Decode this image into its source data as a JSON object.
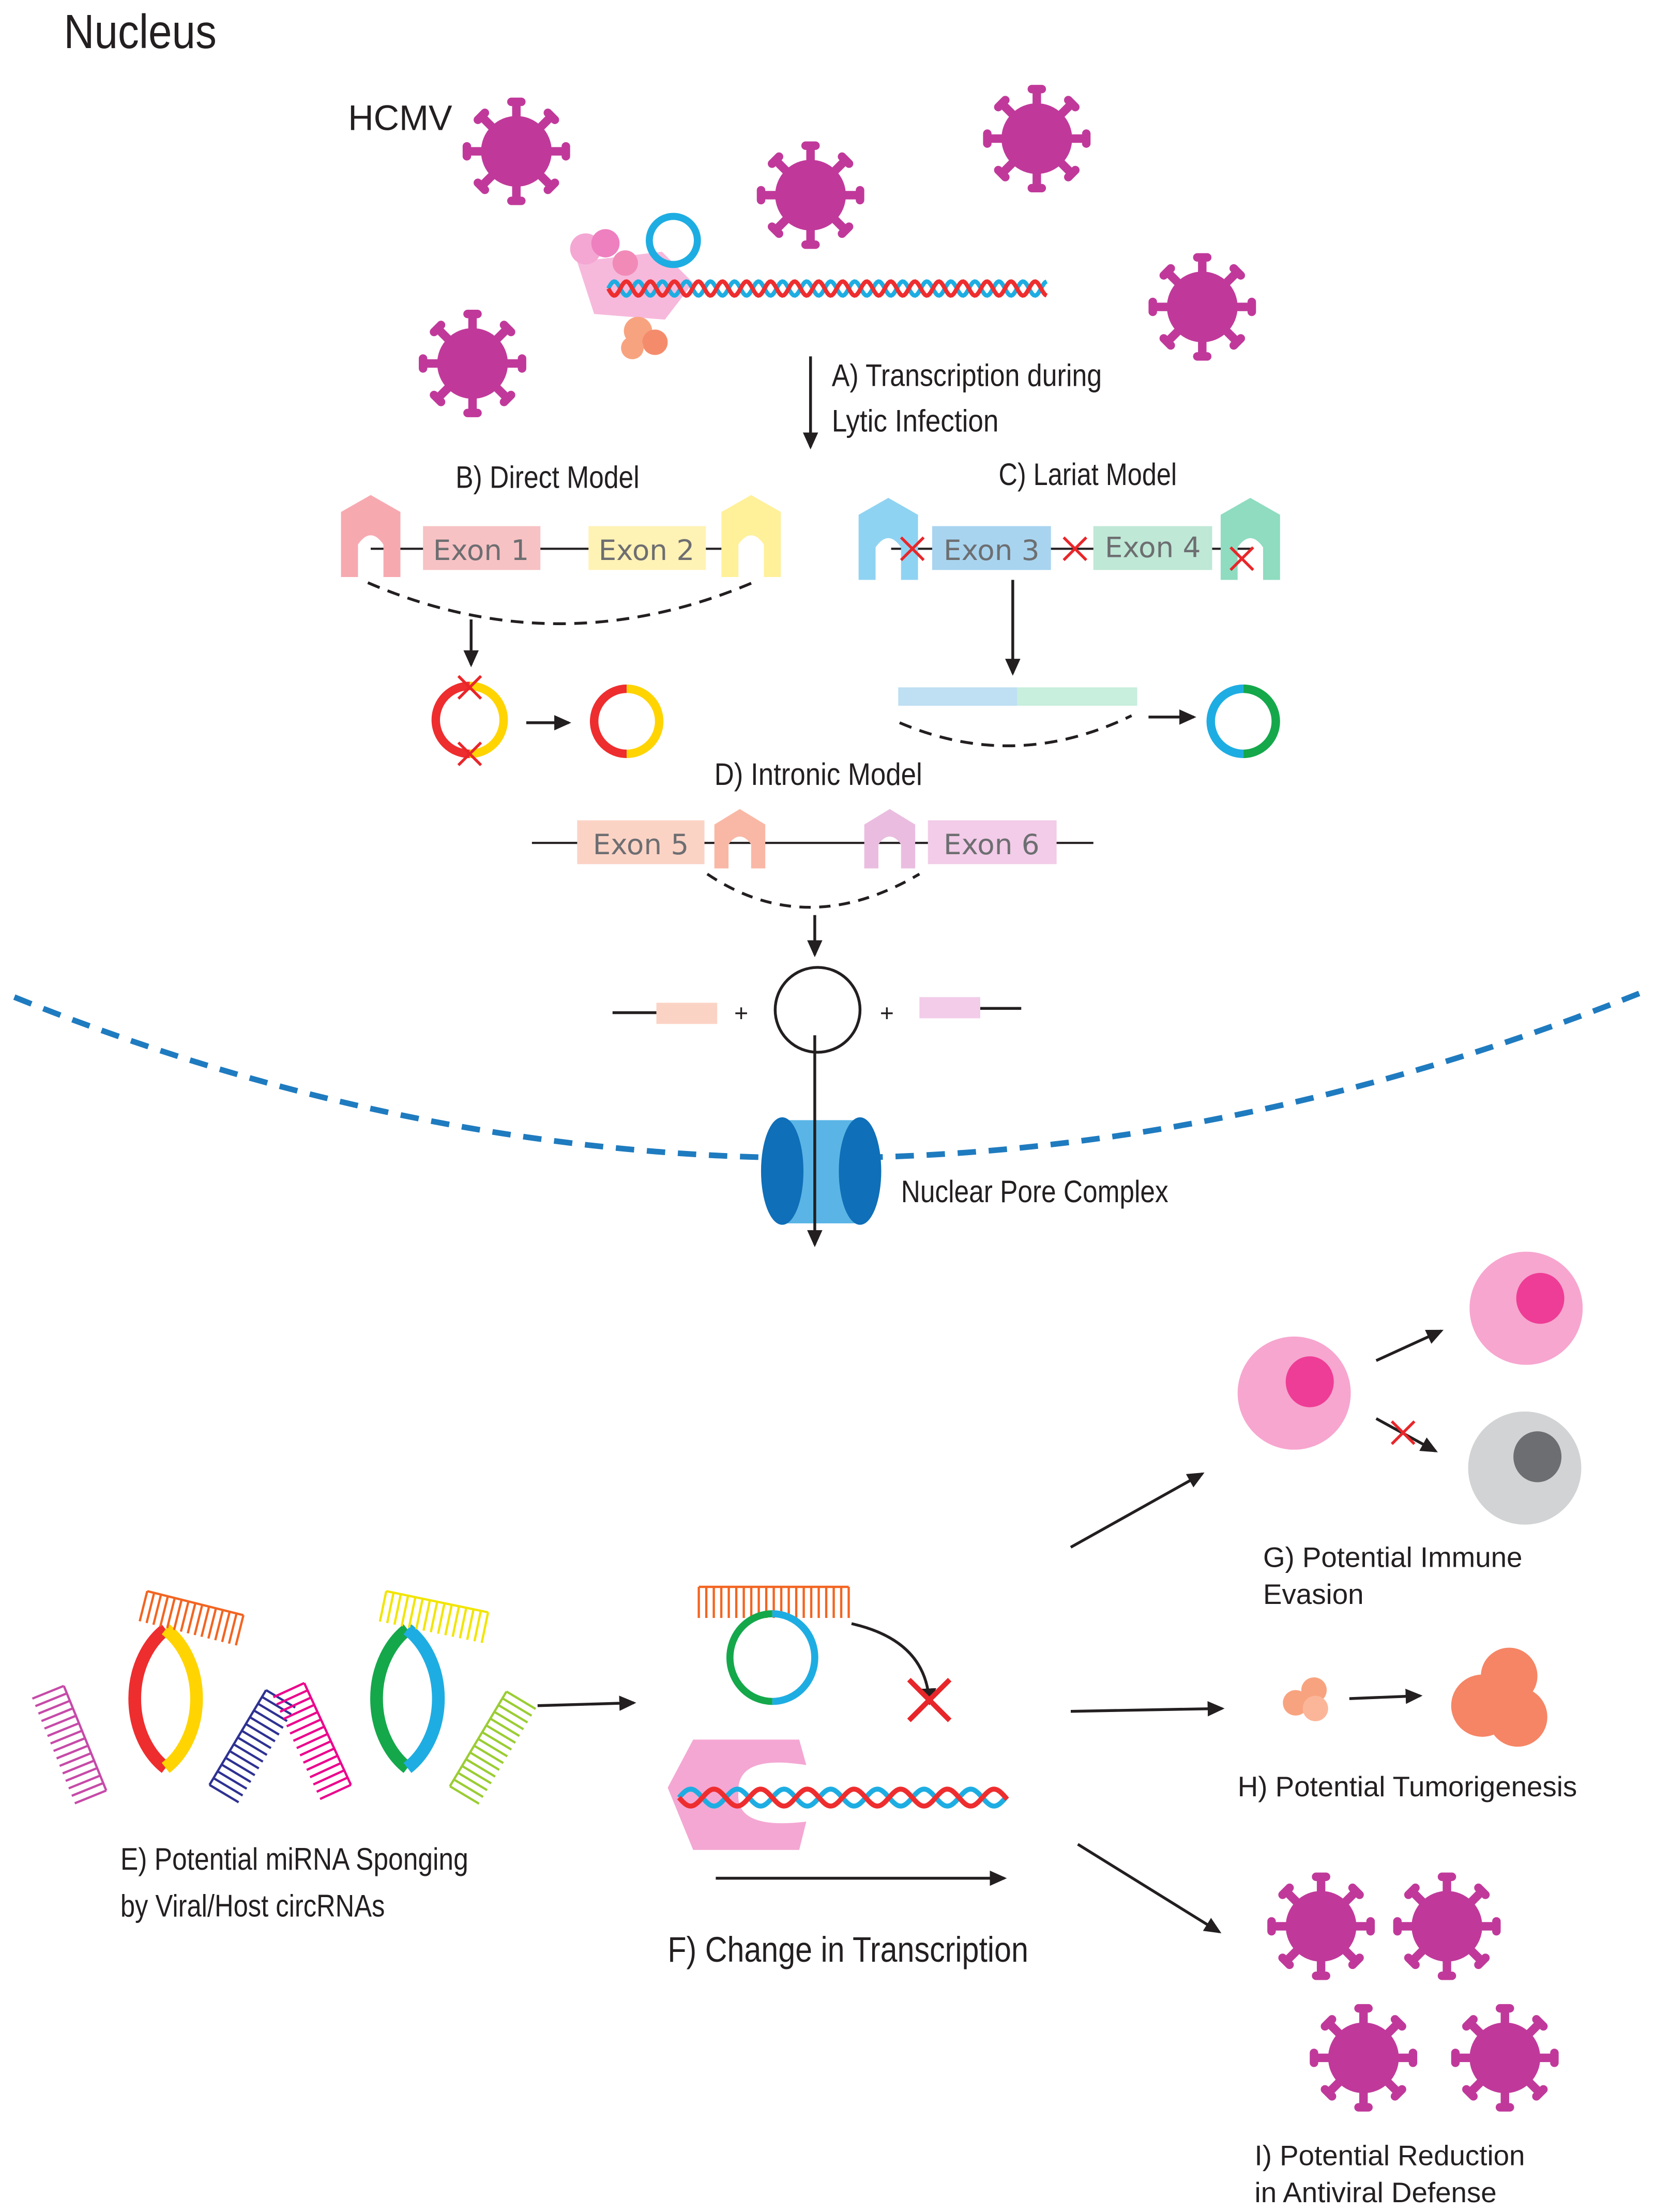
{
  "labels": {
    "nucleus": "Nucleus",
    "hcmv": "HCMV",
    "step_a_line1": "A) Transcription during",
    "step_a_line2": "Lytic Infection",
    "model_b": "B) Direct Model",
    "model_c": "C) Lariat Model",
    "model_d": "D) Intronic Model",
    "npc": "Nuclear Pore Complex",
    "e_line1": "E) Potential miRNA Sponging",
    "e_line2": "by Viral/Host circRNAs",
    "f": "F) Change in Transcription",
    "g_line1": "G) Potential Immune",
    "g_line2": "Evasion",
    "h": "H) Potential Tumorigenesis",
    "i_line1": "I) Potential Reduction",
    "i_line2": "in Antiviral Defense",
    "plus": "+"
  },
  "exons": [
    "Exon 1",
    "Exon 2",
    "Exon 3",
    "Exon 4",
    "Exon 5",
    "Exon 6"
  ],
  "colors": {
    "virus": "#c0399a",
    "membrane": "#1f7bbf",
    "npc": "#0f6fb8",
    "circ_red": "#ee2d2f",
    "circ_yellow": "#ffd400",
    "circ_green": "#14a84b",
    "circ_blue": "#1eade2",
    "cross": "#e8262a",
    "pink_cell": "#f7a6cf",
    "nucleus_pink": "#ee3d96",
    "grey_cell": "#d1d3d4",
    "grey_nucleus": "#6d6e71",
    "tumor": "#f58565",
    "pol_pink": "#f4a7d3"
  },
  "icons": [
    "virus-icon",
    "rna-polymerase-icon",
    "dna-helix-icon",
    "circrna-icon",
    "mirna-comb-icon",
    "nuclear-pore-icon",
    "cell-icon",
    "tumor-cell-icon",
    "cross-mark-icon",
    "arrow-icon"
  ]
}
